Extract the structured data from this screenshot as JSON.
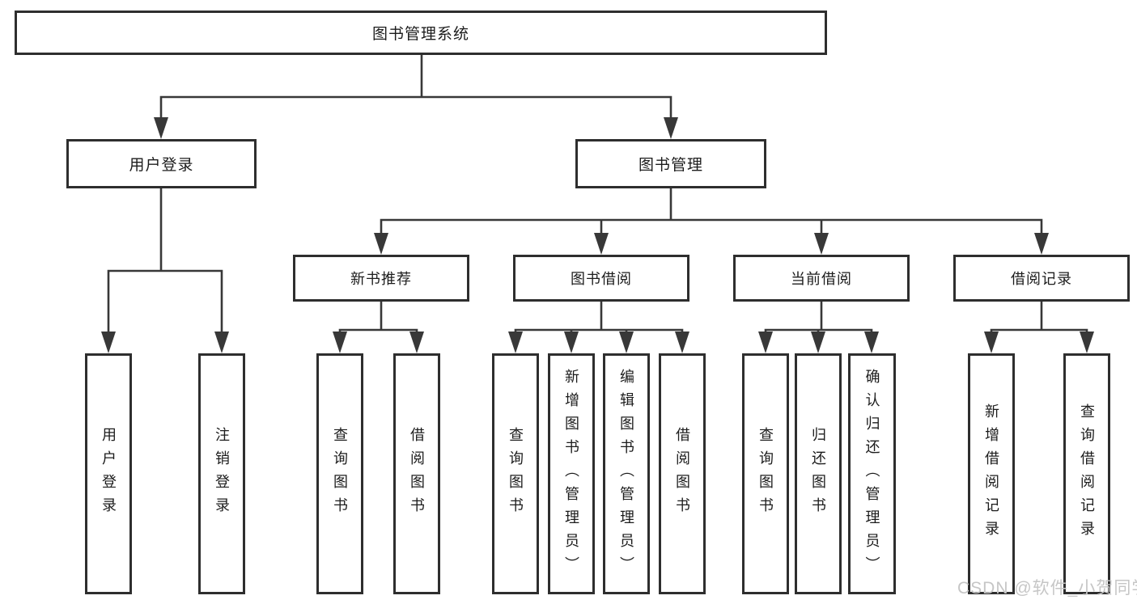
{
  "tree": {
    "label": "图书管理系统",
    "children": [
      {
        "label": "用户登录",
        "children": [
          {
            "label": "用户登录"
          },
          {
            "label": "注销登录"
          }
        ]
      },
      {
        "label": "图书管理",
        "children": [
          {
            "label": "新书推荐",
            "children": [
              {
                "label": "查询图书"
              },
              {
                "label": "借阅图书"
              }
            ]
          },
          {
            "label": "图书借阅",
            "children": [
              {
                "label": "查询图书"
              },
              {
                "label": "新增图书（管理员）"
              },
              {
                "label": "编辑图书（管理员）"
              },
              {
                "label": "借阅图书"
              }
            ]
          },
          {
            "label": "当前借阅",
            "children": [
              {
                "label": "查询图书"
              },
              {
                "label": "归还图书"
              },
              {
                "label": "确认归还（管理员）"
              }
            ]
          },
          {
            "label": "借阅记录",
            "children": [
              {
                "label": "新增借阅记录"
              },
              {
                "label": "查询借阅记录"
              }
            ]
          }
        ]
      }
    ]
  },
  "watermark": {
    "text": "CSDN @软件_小贺同学"
  },
  "colors": {
    "line": "#383838",
    "border": "#2e2e2e",
    "text": "#1c1c1c",
    "watermark": "#c6c6c6",
    "background": "#ffffff"
  }
}
